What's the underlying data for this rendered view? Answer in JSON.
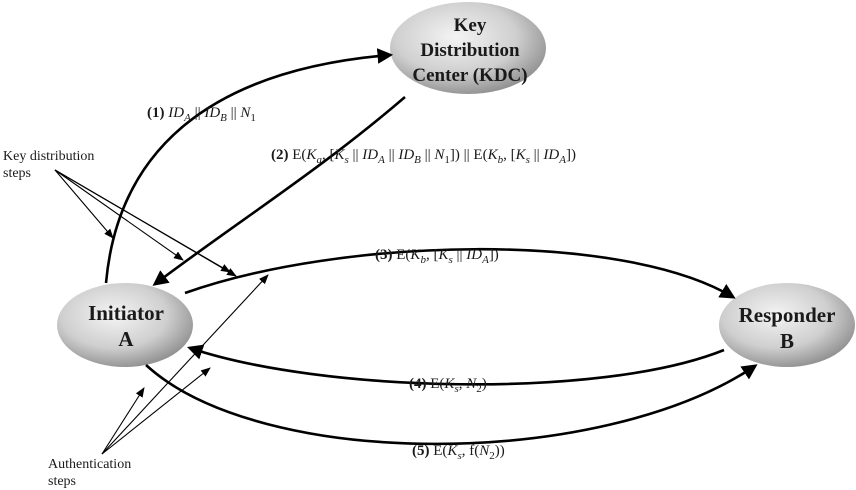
{
  "nodes": {
    "kdc": {
      "lines": [
        "Key",
        "Distribution",
        "Center (KDC)"
      ]
    },
    "initiator": {
      "lines": [
        "Initiator",
        "A"
      ]
    },
    "responder": {
      "lines": [
        "Responder",
        "B"
      ]
    }
  },
  "steps": {
    "s1": {
      "num": "(1)",
      "parts": [
        [
          "ID",
          "A",
          " || "
        ],
        [
          "ID",
          "B",
          " || "
        ],
        [
          "N",
          "1",
          ""
        ]
      ]
    },
    "s2": {
      "num": "(2)"
    },
    "s3": {
      "num": "(3)"
    },
    "s4": {
      "num": "(4)"
    },
    "s5": {
      "num": "(5)"
    }
  },
  "annotations": {
    "key_distribution": [
      "Key distribution",
      "steps"
    ],
    "authentication": [
      "Authentication",
      "steps"
    ]
  },
  "colors": {
    "node_fill_light": "#f2f2f2",
    "node_fill_dark": "#9a9a9a",
    "stroke": "#000000"
  }
}
